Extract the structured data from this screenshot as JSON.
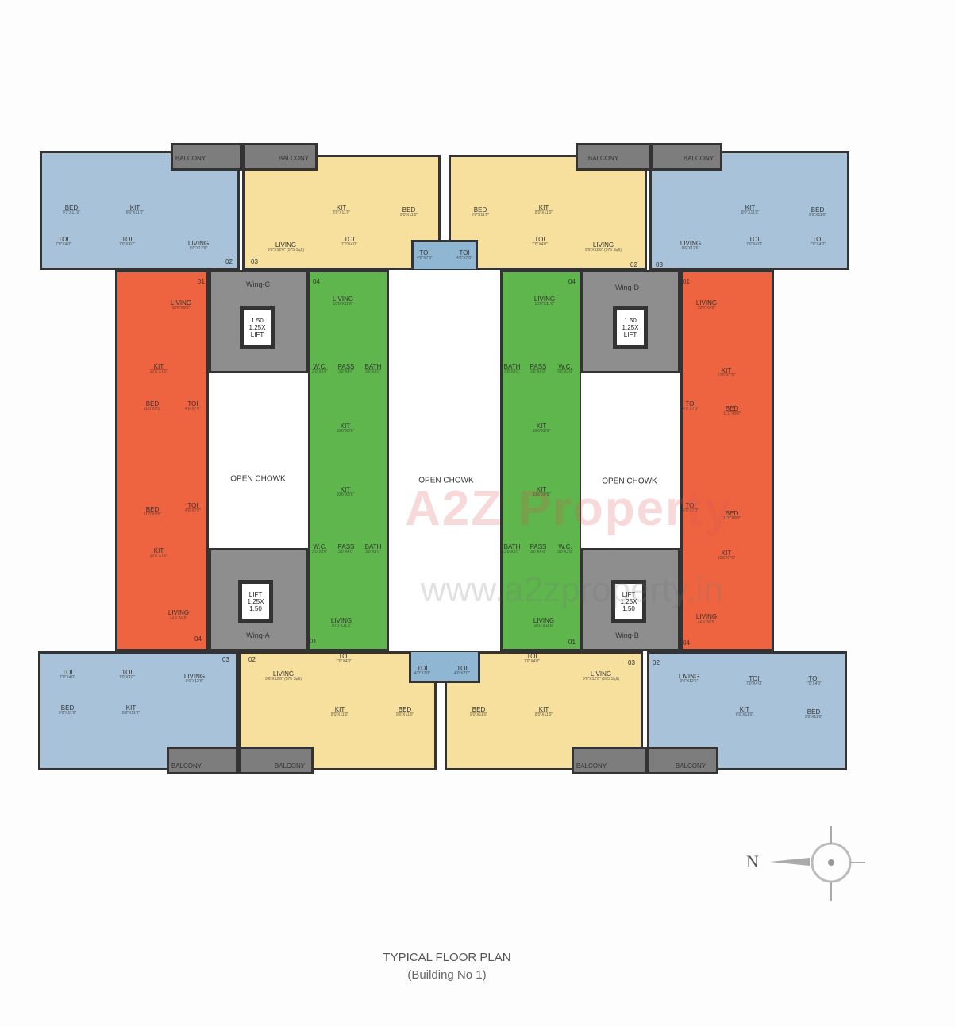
{
  "title": "TYPICAL FLOOR PLAN",
  "subtitle": "(Building No  1)",
  "compass": {
    "label": "N"
  },
  "watermark": {
    "logo": "A2Z Property",
    "url": "www.a2zproperty.in"
  },
  "colors": {
    "unit_blue": "#a8c3d9",
    "unit_yellow": "#f7e09e",
    "unit_orange": "#ef6440",
    "unit_green": "#5eb64c",
    "lobby_gray": "#8e8e8e",
    "balcony_gray": "#7d7d7d",
    "toilet_blue": "#8fb6d3",
    "wall": "#333333"
  },
  "open_chowk": [
    "OPEN CHOWK",
    "OPEN CHOWK",
    "OPEN CHOWK"
  ],
  "wings": [
    "Wing-C",
    "Wing-A",
    "Wing-D",
    "Wing-B"
  ],
  "lifts": [
    [
      "1.50",
      "1.25X",
      "LIFT"
    ],
    [
      "LIFT",
      "1.25X",
      "1.50"
    ],
    [
      "1.50",
      "1.25X",
      "LIFT"
    ],
    [
      "LIFT",
      "1.25X",
      "1.50"
    ]
  ],
  "unit_numbers": [
    "02",
    "03",
    "02",
    "03",
    "01",
    "04",
    "04",
    "01",
    "01",
    "04",
    "04",
    "01",
    "03",
    "02",
    "03",
    "02"
  ],
  "rooms": [
    {
      "t": "BED",
      "d": "9'3\"X11'0\""
    },
    {
      "t": "KIT",
      "d": "8'0\"X11'0\""
    },
    {
      "t": "LIVING",
      "d": "9'6\"X12'6\""
    },
    {
      "t": "TOI",
      "d": "7'0\"X4'0\""
    },
    {
      "t": "TOI",
      "d": "7'0\"X4'0\""
    },
    {
      "t": "BALCONY",
      "d": ""
    },
    {
      "t": "BALCONY",
      "d": ""
    },
    {
      "t": "LIVING",
      "d": "9'6\"X12'6\" (575 Sqft)"
    },
    {
      "t": "KIT",
      "d": "8'0\"X11'0\""
    },
    {
      "t": "BED",
      "d": "9'0\"X11'0\""
    },
    {
      "t": "TOI",
      "d": "7'0\"X4'0\""
    },
    {
      "t": "BED",
      "d": "9'0\"X11'0\""
    },
    {
      "t": "KIT",
      "d": "8'0\"X11'0\""
    },
    {
      "t": "LIVING",
      "d": "9'6\"X12'6\" (575 Sqft)"
    },
    {
      "t": "TOI",
      "d": "7'0\"X4'0\""
    },
    {
      "t": "BALCONY",
      "d": ""
    },
    {
      "t": "BALCONY",
      "d": ""
    },
    {
      "t": "LIVING",
      "d": "9'6\"X12'6\""
    },
    {
      "t": "KIT",
      "d": "8'0\"X11'0\""
    },
    {
      "t": "BED",
      "d": "9'0\"X11'0\""
    },
    {
      "t": "TOI",
      "d": "7'0\"X4'0\""
    },
    {
      "t": "TOI",
      "d": "7'0\"X4'0\""
    },
    {
      "t": "TOI",
      "d": "4'0\"X7'0\""
    },
    {
      "t": "TOI",
      "d": "4'0\"X7'0\""
    },
    {
      "t": "LIVING",
      "d": "12'6\"X9'6\""
    },
    {
      "t": "KIT",
      "d": "12'6\"X7'0\""
    },
    {
      "t": "BED",
      "d": "11'0\"X9'0\""
    },
    {
      "t": "TOI",
      "d": "4'0\"X7'0\""
    },
    {
      "t": "BED",
      "d": "11'0\"X9'0\""
    },
    {
      "t": "TOI",
      "d": "4'0\"X7'0\""
    },
    {
      "t": "KIT",
      "d": "12'6\"X7'0\""
    },
    {
      "t": "LIVING",
      "d": "12'6\"X9'6\""
    },
    {
      "t": "LIVING",
      "d": "10'0\"X11'6\""
    },
    {
      "t": "W.C.",
      "d": "3'0\"X3'0\""
    },
    {
      "t": "PASS",
      "d": "3'0\"X4'0\""
    },
    {
      "t": "BATH",
      "d": "3'0\"X3'0\""
    },
    {
      "t": "KIT",
      "d": "10'6\"X8'6\""
    },
    {
      "t": "KIT",
      "d": "10'6\"X8'6\""
    },
    {
      "t": "W.C.",
      "d": "3'0\"X3'0\""
    },
    {
      "t": "PASS",
      "d": "3'0\"X4'0\""
    },
    {
      "t": "BATH",
      "d": "3'0\"X3'0\""
    },
    {
      "t": "LIVING",
      "d": "10'0\"X11'6\""
    },
    {
      "t": "LIVING",
      "d": "10'0\"X11'6\""
    },
    {
      "t": "BATH",
      "d": "3'0\"X3'0\""
    },
    {
      "t": "PASS",
      "d": "3'0\"X4'0\""
    },
    {
      "t": "W.C.",
      "d": "3'0\"X3'0\""
    },
    {
      "t": "KIT",
      "d": "10'6\"X8'6\""
    },
    {
      "t": "KIT",
      "d": "10'6\"X8'6\""
    },
    {
      "t": "BATH",
      "d": "3'0\"X3'0\""
    },
    {
      "t": "PASS",
      "d": "3'0\"X4'0\""
    },
    {
      "t": "W.C.",
      "d": "3'0\"X3'0\""
    },
    {
      "t": "LIVING",
      "d": "10'0\"X11'6\""
    },
    {
      "t": "LIVING",
      "d": "12'6\"X9'6\""
    },
    {
      "t": "KIT",
      "d": "12'6\"X7'0\""
    },
    {
      "t": "TOI",
      "d": "4'0\"X7'0\""
    },
    {
      "t": "BED",
      "d": "11'0\"X9'0\""
    },
    {
      "t": "TOI",
      "d": "4'0\"X7'0\""
    },
    {
      "t": "BED",
      "d": "11'0\"X9'0\""
    },
    {
      "t": "KIT",
      "d": "12'6\"X7'0\""
    },
    {
      "t": "LIVING",
      "d": "12'6\"X9'6\""
    },
    {
      "t": "TOI",
      "d": "7'0\"X4'0\""
    },
    {
      "t": "TOI",
      "d": "7'0\"X4'0\""
    },
    {
      "t": "LIVING",
      "d": "9'6\"X12'6\""
    },
    {
      "t": "BED",
      "d": "9'0\"X11'0\""
    },
    {
      "t": "KIT",
      "d": "8'0\"X11'0\""
    },
    {
      "t": "BALCONY",
      "d": ""
    },
    {
      "t": "LIVING",
      "d": "9'6\"X12'6\" (575 Sqft)"
    },
    {
      "t": "BALCONY",
      "d": ""
    },
    {
      "t": "TOI",
      "d": "7'0\"X4'0\""
    },
    {
      "t": "KIT",
      "d": "8'0\"X11'0\""
    },
    {
      "t": "BED",
      "d": "9'0\"X11'0\""
    },
    {
      "t": "TOI",
      "d": "4'0\"X7'0\""
    },
    {
      "t": "TOI",
      "d": "4'0\"X7'0\""
    },
    {
      "t": "BED",
      "d": "9'0\"X11'0\""
    },
    {
      "t": "KIT",
      "d": "8'0\"X11'0\""
    },
    {
      "t": "TOI",
      "d": "7'0\"X4'0\""
    },
    {
      "t": "LIVING",
      "d": "9'6\"X12'6\" (575 Sqft)"
    },
    {
      "t": "BALCONY",
      "d": ""
    },
    {
      "t": "LIVING",
      "d": "9'6\"X12'6\""
    },
    {
      "t": "BALCONY",
      "d": ""
    },
    {
      "t": "KIT",
      "d": "8'0\"X11'0\""
    },
    {
      "t": "TOI",
      "d": "7'0\"X4'0\""
    },
    {
      "t": "TOI",
      "d": "7'0\"X4'0\""
    },
    {
      "t": "BED",
      "d": "9'0\"X11'0\""
    }
  ]
}
